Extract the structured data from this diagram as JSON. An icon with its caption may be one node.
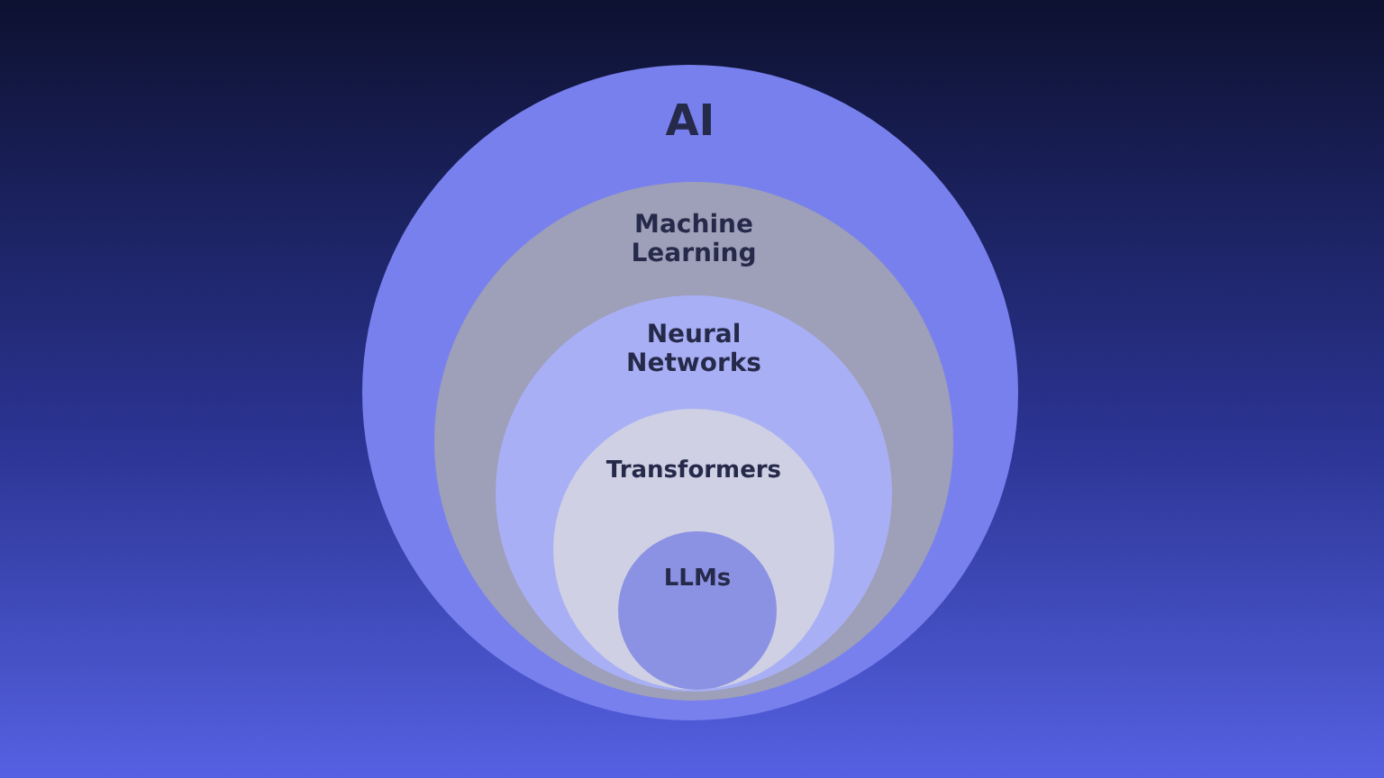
{
  "diagram": {
    "nodes": [
      {
        "text": [
          "AI"
        ]
      },
      {
        "text": [
          "Machine Learning"
        ],
        "in": 0
      },
      {
        "text": [
          "Neural Networks"
        ],
        "in": 1
      },
      {
        "text": [
          "Transformers"
        ],
        "in": 2
      },
      {
        "text": [
          "LLMs"
        ],
        "in": 3
      }
    ]
  }
}
